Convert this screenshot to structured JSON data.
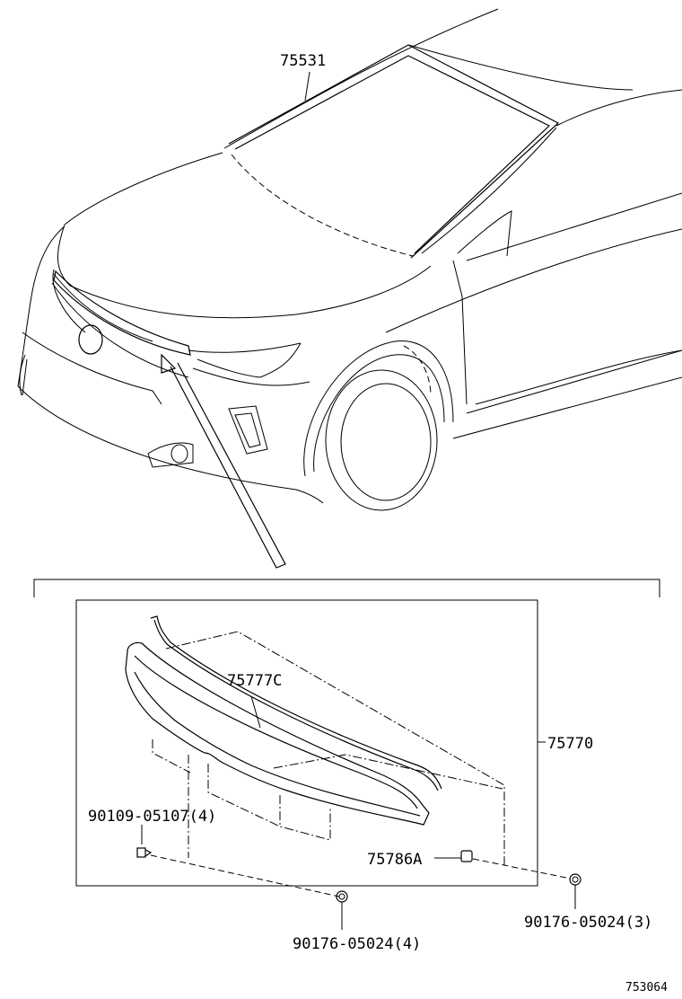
{
  "diagram": {
    "labels": {
      "molding_windshield": "75531",
      "grille_molding_assy": "75770",
      "moulding_sub": "75777C",
      "clip_a": "75786A",
      "screw": "90109-05107(4)",
      "clip_bottom": "90176-05024(4)",
      "clip_right": "90176-05024(3)",
      "figure_id": "753064"
    }
  }
}
